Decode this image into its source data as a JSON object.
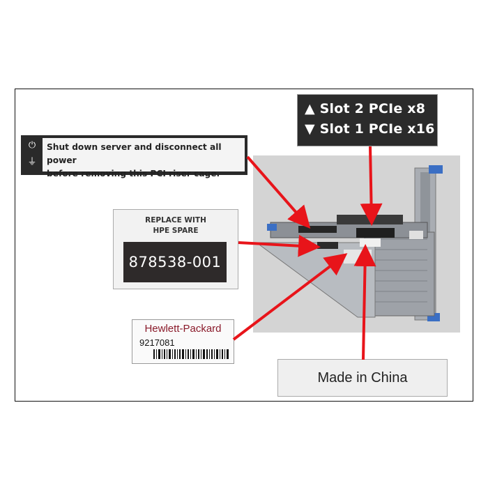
{
  "slot_label": {
    "line1": "▲ Slot 2 PCIe x8",
    "line2": "▼ Slot 1 PCIe x16"
  },
  "warning_label": {
    "line1": "Shut down server and disconnect all power",
    "line2": "before removing this PCI riser cage."
  },
  "replace_label": {
    "header_line1": "REPLACE WITH",
    "header_line2": "HPE SPARE",
    "part_number": "878538-001"
  },
  "hp_label": {
    "brand": "Hewlett-Packard",
    "number": "9217081"
  },
  "origin_label": {
    "text": "Made in China"
  },
  "colors": {
    "arrow": "#e8141a",
    "label_dark": "#2b2b2b",
    "hp_brand": "#8a1a2a",
    "bracket_blue": "#3b6fc4"
  }
}
